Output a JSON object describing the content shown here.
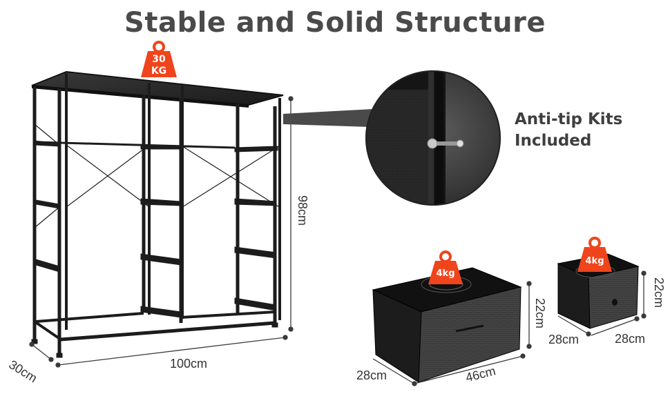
{
  "title": "Stable and Solid Structure",
  "anti_tip": {
    "line1": "Anti-tip Kits",
    "line2": "Included"
  },
  "shelf": {
    "weight_value": "30",
    "weight_unit": "KG",
    "height": "98cm",
    "width": "100cm",
    "depth": "30cm"
  },
  "drawer_large": {
    "weight": "4kg",
    "height": "22cm",
    "width": "46cm",
    "depth": "28cm"
  },
  "drawer_small": {
    "weight": "4kg",
    "height": "22cm",
    "width": "28cm",
    "depth": "28cm"
  },
  "colors": {
    "accent": "#f0441c",
    "frame": "#1c1c1c",
    "title": "#4a4a4a",
    "dimension_line": "#3a3a3a"
  }
}
